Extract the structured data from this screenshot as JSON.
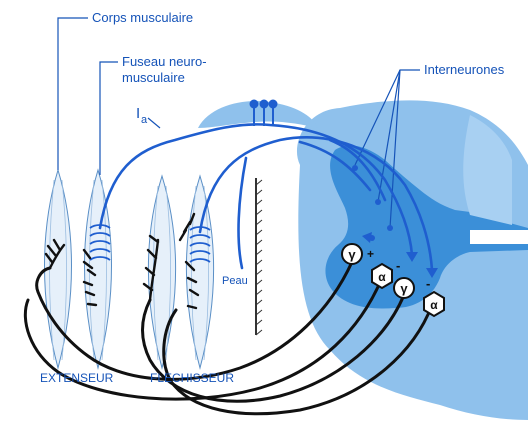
{
  "labels": {
    "corps": "Corps musculaire",
    "fuseau_line1": "Fuseau neuro-",
    "fuseau_line2": "musculaire",
    "interneurones": "Interneurones",
    "ia_main": "I",
    "ia_sub": "a",
    "peau": "Peau",
    "extenseur": "EXTENSEUR",
    "flechisseur": "FLECHISSEUR"
  },
  "neuron_symbols": {
    "gamma": "γ",
    "alpha": "α",
    "plus": "+",
    "minus": "-"
  },
  "colors": {
    "label_blue": "#1553b8",
    "nerve_blue": "#1f5ecf",
    "cord_fill": "#8fc1ec",
    "gray_matter": "#3b8fd8",
    "muscle_fill": "#e6f0fa",
    "black_axon": "#111111"
  }
}
